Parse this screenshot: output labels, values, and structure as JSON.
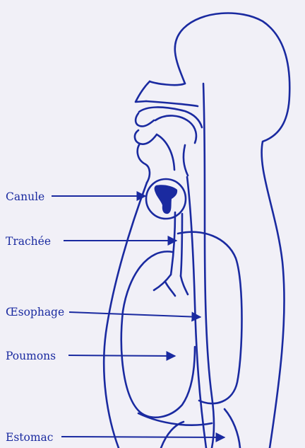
{
  "colors": {
    "ink": "#1a2aa0",
    "paper": "#f1f0f7",
    "fill": "#1a2aa0"
  },
  "labels": {
    "canule": "Canule",
    "trachee": "Trachée",
    "oesophage": "Œsophage",
    "poumons": "Poumons",
    "estomac": "Estomac"
  }
}
